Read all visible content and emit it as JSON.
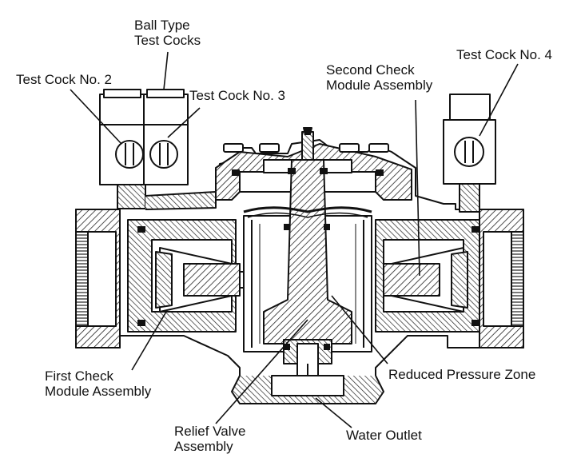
{
  "labels": {
    "ball_type": [
      "Ball Type",
      "Test Cocks"
    ],
    "test_cock_2": "Test Cock No. 2",
    "test_cock_3": "Test Cock No. 3",
    "second_check": [
      "Second Check",
      "Module Assembly"
    ],
    "test_cock_4": "Test Cock No. 4",
    "first_check": [
      "First Check",
      "Module Assembly"
    ],
    "reduced_pressure": "Reduced Pressure Zone",
    "relief_valve": [
      "Relief Valve",
      "Assembly"
    ],
    "water_outlet": "Water Outlet"
  },
  "colors": {
    "line": "#111111",
    "hatch": "#222222",
    "background": "#ffffff"
  }
}
